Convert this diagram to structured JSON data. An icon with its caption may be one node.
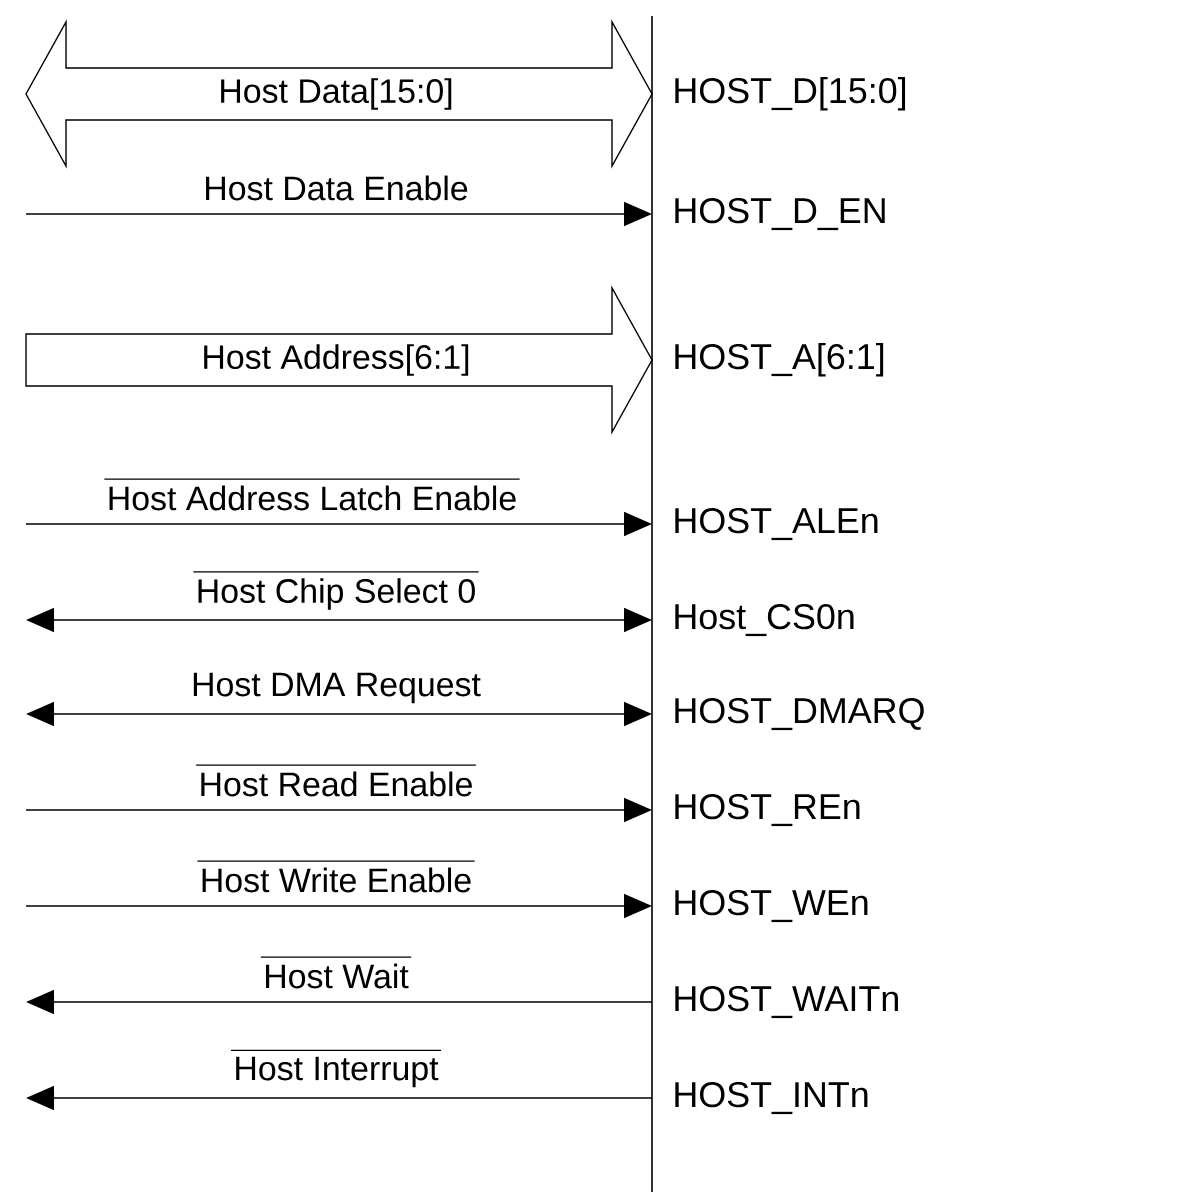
{
  "diagram": {
    "nodes": [
      {
        "text": [
          "HOST_D[15:0]"
        ]
      },
      {
        "text": [
          "HOST_D_EN"
        ]
      },
      {
        "text": [
          "HOST_A[6:1]"
        ]
      },
      {
        "text": [
          "HOST_ALEn"
        ]
      },
      {
        "text": [
          "Host_CS0n"
        ]
      },
      {
        "text": [
          "HOST_DMARQ"
        ]
      },
      {
        "text": [
          "HOST_REn"
        ]
      },
      {
        "text": [
          "HOST_WEn"
        ]
      },
      {
        "text": [
          "HOST_WAITn"
        ]
      },
      {
        "text": [
          "HOST_INTn"
        ]
      }
    ],
    "edges": [
      {
        "from": null,
        "to": 0,
        "arrow": "both",
        "label": "Host Data[15:0]",
        "style": "thick"
      },
      {
        "from": null,
        "to": 1,
        "arrow": "to",
        "label": "Host Data Enable"
      },
      {
        "from": null,
        "to": 2,
        "arrow": "to",
        "label": "Host Address[6:1]",
        "style": "thick"
      },
      {
        "from": null,
        "to": 3,
        "arrow": "to",
        "label": "Host Address Latch Enable"
      },
      {
        "from": null,
        "to": 4,
        "arrow": "both",
        "label": "Host Chip Select 0"
      },
      {
        "from": null,
        "to": 5,
        "arrow": "both",
        "label": "Host DMA Request"
      },
      {
        "from": null,
        "to": 6,
        "arrow": "to",
        "label": "Host Read Enable"
      },
      {
        "from": null,
        "to": 7,
        "arrow": "to",
        "label": "Host Write Enable"
      },
      {
        "from": 8,
        "to": null,
        "arrow": "to",
        "label": "Host Wait"
      },
      {
        "from": 9,
        "to": null,
        "arrow": "to",
        "label": "Host Interrupt"
      }
    ]
  }
}
